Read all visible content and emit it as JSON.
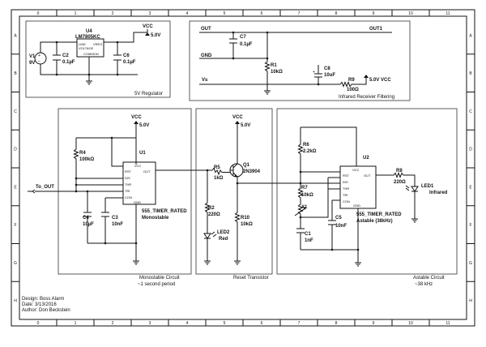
{
  "frame": {
    "col_labels": [
      "0",
      "1",
      "2",
      "3",
      "4",
      "5",
      "6",
      "7",
      "8",
      "9",
      "10",
      "11"
    ],
    "row_labels": [
      "A",
      "B",
      "C",
      "D",
      "E",
      "F",
      "G",
      "H"
    ]
  },
  "regulator": {
    "caption": "5V Regulator",
    "ic_ref": "U4",
    "ic_part": "LM7805KC",
    "ic_pin_line": "LINE",
    "ic_pin_vreg": "VREG",
    "ic_pin_voltage": "VOLTAGE",
    "ic_pin_common": "COMMON",
    "v1_ref": "V1",
    "v1_val": "9V",
    "c2_ref": "C2",
    "c2_val": "0.1µF",
    "c6_ref": "C6",
    "c6_val": "0.1µF",
    "vcc_label": "VCC",
    "vcc_val": "5.0V"
  },
  "ir_filter": {
    "caption": "Infrared Receiver Filtering",
    "out_left": "OUT",
    "out_right": "OUT1",
    "gnd": "GND",
    "vs": "Vs",
    "c7_ref": "C7",
    "c7_val": "0.1µF",
    "r1_ref": "R1",
    "r1_val": "10kΩ",
    "c8_ref": "C8",
    "c8_val": "10uF",
    "r9_ref": "R9",
    "r9_val": "100Ω",
    "vcc_val": "5.0V VCC"
  },
  "monostable": {
    "caption1": "Monostable Circuit",
    "caption2": "~1 second period",
    "vcc_label": "VCC",
    "vcc_val": "5.0V",
    "r4_ref": "R4",
    "r4_val": "100kΩ",
    "u1_ref": "U1",
    "pins_left": [
      "RST",
      "DIS",
      "THR",
      "TRI",
      "CON"
    ],
    "pin_vcc": "VCC",
    "pin_out": "OUT",
    "pin_gnd": "GND",
    "c4_ref": "C4",
    "c4_val": "10µF",
    "c3_ref": "C3",
    "c3_val": "10nF",
    "part1": "555_TIMER_RATED",
    "part2": "Monostable",
    "input_label": "To_OUT"
  },
  "reset": {
    "caption": "Reset Transistor",
    "vcc_label": "VCC",
    "vcc_val": "5.0V",
    "r5_ref": "R5",
    "r5_val": "1kΩ",
    "q1_ref": "Q1",
    "q1_val": "2N3904",
    "r2_ref": "R2",
    "r2_val": "220Ω",
    "led2_ref": "LED2",
    "led2_val": "Red",
    "r10_ref": "R10",
    "r10_val": "10kΩ"
  },
  "astable": {
    "caption1": "Astable Circuit",
    "caption2": "~38 kHz",
    "r6_ref": "R6",
    "r6_val": "2.2kΩ",
    "r7_ref": "R7",
    "r7_val": "10kΩ",
    "x1_ref": "X1",
    "c1_ref": "C1",
    "c1_val": "1nF",
    "c5_ref": "C5",
    "c5_val": "10nF",
    "u2_ref": "U2",
    "pins_left": [
      "RST",
      "DIS",
      "THR",
      "TRI",
      "CON"
    ],
    "pin_vcc": "VCC",
    "pin_out": "OUT",
    "pin_gnd": "GND",
    "part1": "555_TIMER_RATED",
    "part2": "Astable (38kHz)",
    "r8_ref": "R8",
    "r8_val": "220Ω",
    "led1_ref": "LED1",
    "led1_val": "Infrared"
  },
  "titleblock": {
    "design": "Design: Boss Alarm",
    "date": "Date: 3/13/2016",
    "author": "Author: Don Beckstein"
  }
}
